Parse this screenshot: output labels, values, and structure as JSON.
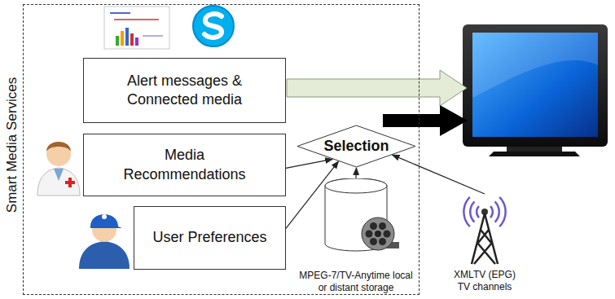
{
  "diagram": {
    "nodes": [
      {
        "text": [
          "Smart Media Services"
        ]
      },
      {
        "text": [
          "Alert messages & Connected media"
        ],
        "in": 0
      },
      {
        "text": [
          "Media Recommendations"
        ],
        "in": 0
      },
      {
        "text": [
          "User Preferences"
        ],
        "in": 0
      },
      {
        "text": [
          "Selection"
        ],
        "in": 0
      },
      {
        "text": [
          "MPEG-7/TV-Anytime local or distant storage"
        ],
        "in": 0
      },
      {
        "text": [
          "XMLTV (EPG) TV channels"
        ]
      }
    ],
    "edges": [
      {
        "from": 2,
        "to": 4,
        "arrow": "to"
      },
      {
        "from": 3,
        "to": 4,
        "arrow": "to"
      },
      {
        "from": 5,
        "to": 4,
        "arrow": "to"
      },
      {
        "from": 6,
        "to": 4,
        "arrow": "to"
      }
    ]
  }
}
